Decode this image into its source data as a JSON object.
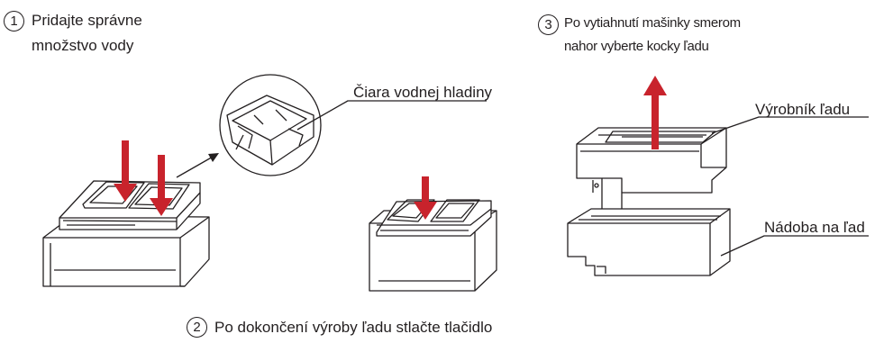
{
  "steps": [
    {
      "number": "1",
      "text_line1": "Pridajte správne",
      "text_line2": "množstvo vody"
    },
    {
      "number": "2",
      "text": "Po dokončení výroby ľadu stlačte tlačidlo"
    },
    {
      "number": "3",
      "text_line1": "Po vytiahnutí mašinky smerom",
      "text_line2": "nahor vyberte kocky ľadu"
    }
  ],
  "labels": {
    "water_line": "Čiara vodnej hladiny",
    "ice_maker": "Výrobník ľadu",
    "ice_container": "Nádoba na ľad"
  },
  "colors": {
    "line": "#231f20",
    "arrow_red": "#c8232c"
  }
}
